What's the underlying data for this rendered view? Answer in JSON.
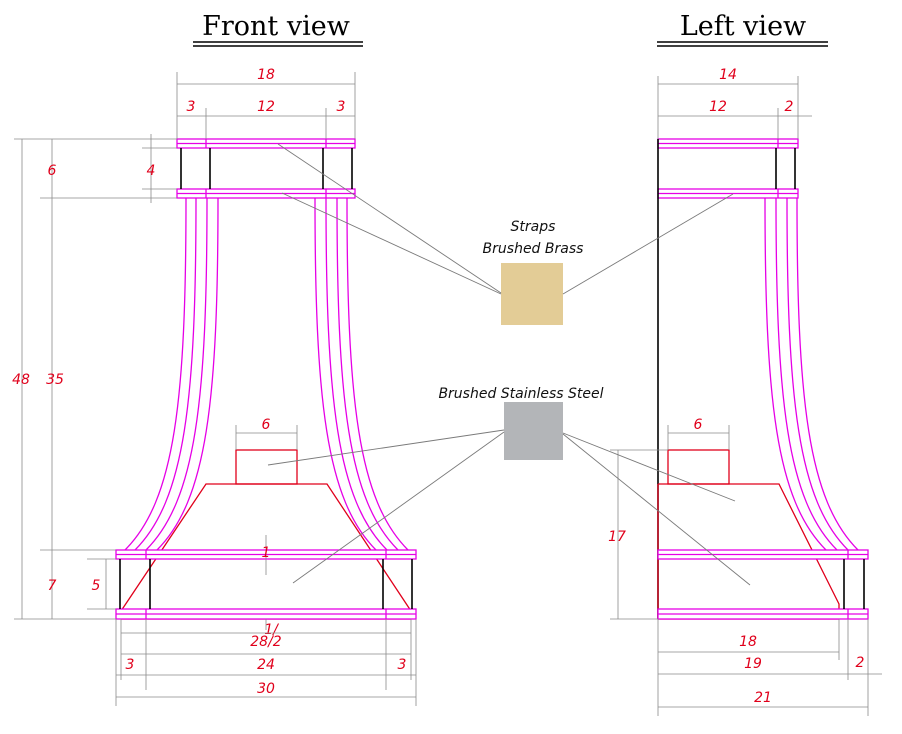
{
  "views": {
    "front_title": "Front view",
    "left_title": "Left view"
  },
  "materials": {
    "straps_label": "Straps",
    "straps_finish": "Brushed Brass",
    "straps_color": "#e3cc96",
    "steel_label": "Brushed Stainless Steel",
    "steel_color": "#b3b5b8"
  },
  "front_dims": {
    "top_width": "18",
    "top_left": "3",
    "top_mid": "12",
    "top_right": "3",
    "band_outer": "6",
    "band_inner": "4",
    "total_height": "48",
    "body_height": "35",
    "bottom_band": "7",
    "bottom_inner": "5",
    "hood_width": "6",
    "center_mark": "1",
    "center_mark2": "1/",
    "width_half": "28/2",
    "bot_left": "3",
    "bot_mid": "24",
    "bot_right": "3",
    "bot_total": "30"
  },
  "left_dims": {
    "top_width": "14",
    "top_mid": "12",
    "top_right": "2",
    "hood_width": "6",
    "hood_height": "17",
    "d18": "18",
    "d19": "19",
    "d2": "2",
    "d21": "21"
  },
  "colors": {
    "outline": "#e600e6",
    "hood": "#e0001b",
    "dimension_text": "#e0001b"
  }
}
